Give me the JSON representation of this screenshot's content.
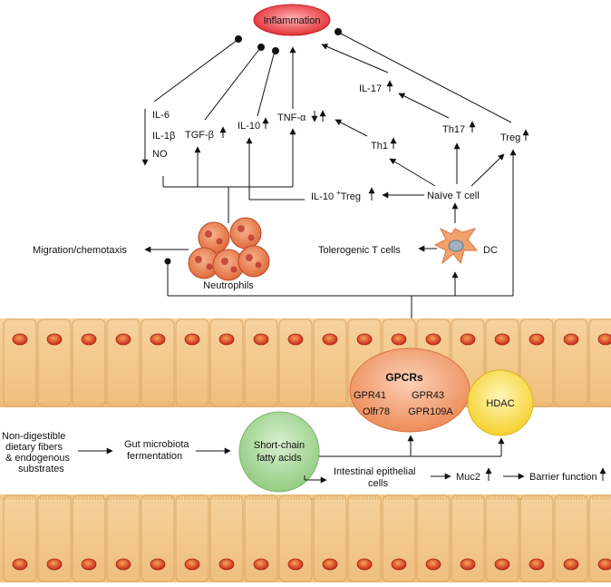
{
  "inflammation": "Inflammation",
  "cytokines": {
    "il6": "IL-6",
    "il1b": "IL-1β",
    "no": "NO",
    "tgfb": "TGF-β",
    "il10": "IL-10",
    "tnfa": "TNF-α",
    "il17": "IL-17",
    "th17": "Th17",
    "th1": "Th1",
    "treg": "Treg"
  },
  "cells": {
    "naive_t": "Naïve T cell",
    "il10_treg_sup": "+",
    "il10_treg": "IL-10",
    "il10_treg_suffix": "Treg",
    "dc": "DC",
    "tolerogenic": "Tolerogenic T cells",
    "neutrophils": "Neutrophils",
    "migration": "Migration/chemotaxis"
  },
  "receptors": {
    "title": "GPCRs",
    "gpr41": "GPR41",
    "gpr43": "GPR43",
    "olfr78": "Olfr78",
    "gpr109a": "GPR109A",
    "hdac": "HDAC"
  },
  "pathway": {
    "fibers_1": "Non-digestible",
    "fibers_2": "dietary fibers",
    "fibers_3": "& endogenous",
    "fibers_4": "substrates",
    "fermentation_1": "Gut microbiota",
    "fermentation_2": "fermentation",
    "scfa_1": "Short-chain",
    "scfa_2": "fatty acids",
    "iec_1": "Intestinal epithelial",
    "iec_2": "cells",
    "muc2": "Muc2",
    "barrier": "Barrier function"
  },
  "colors": {
    "inflammation": "#e8323a",
    "gpcr": "#ef8c5c",
    "hdac": "#f7d531",
    "scfa": "#9bd08c",
    "epithelium": "#f3c98e",
    "nucleus": "#d83a1e",
    "neutrophil": "#e8784a"
  }
}
